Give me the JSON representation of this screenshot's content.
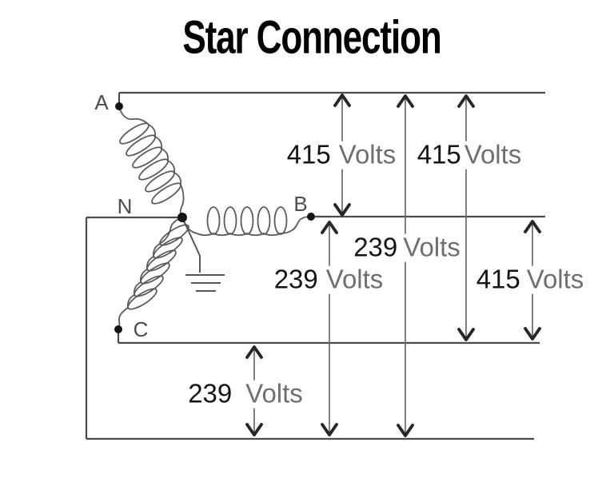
{
  "title": "Star Connection",
  "terminals": {
    "a": "A",
    "n": "N",
    "b": "B",
    "c": "C"
  },
  "measurements": [
    {
      "from": "A",
      "to": "B",
      "value": "415",
      "unit": "Volts"
    },
    {
      "from": "A",
      "to": "C",
      "value": "415",
      "unit": "Volts"
    },
    {
      "from": "A",
      "to": "N",
      "value": "239",
      "unit": "Volts"
    },
    {
      "from": "B",
      "to": "N",
      "value": "239",
      "unit": "Volts"
    },
    {
      "from": "B",
      "to": "C",
      "value": "415",
      "unit": "Volts"
    },
    {
      "from": "C",
      "to": "N",
      "value": "239",
      "unit": "Volts"
    }
  ],
  "colors": {
    "line": "#4b4b4b",
    "coil": "#5a5a5a",
    "arrow_shaft": "#6a6a6a",
    "arrow_head": "#262626",
    "value_text": "#141414",
    "unit_text": "#6f6f6f"
  }
}
